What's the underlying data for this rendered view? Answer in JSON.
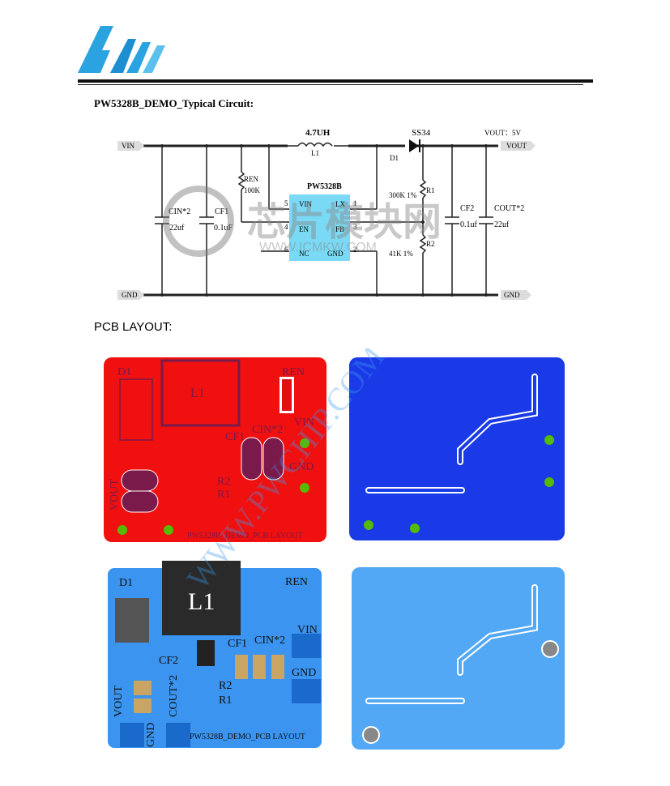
{
  "header": {
    "logo": "PW logo"
  },
  "schematic": {
    "title": "PW5328B_DEMO_Typical Circuit:",
    "nets": {
      "vin_in": "VIN",
      "vout_out": "VOUT",
      "gnd_left": "GND",
      "gnd_right": "GND"
    },
    "vout_note": "VOUT：5V",
    "inductor": {
      "value": "4.7UH",
      "ref": "L1"
    },
    "diode": {
      "value": "SS34",
      "ref": "D1"
    },
    "ren": {
      "ref": "REN",
      "value": "100K"
    },
    "cin": {
      "ref": "CIN*2",
      "value": "22uf"
    },
    "cf1": {
      "ref": "CF1",
      "value": "0.1uF"
    },
    "r1": {
      "ref": "R1",
      "value": "300K 1%"
    },
    "r2": {
      "ref": "R2",
      "value": "41K 1%"
    },
    "cf2": {
      "ref": "CF2",
      "value": "0.1uf"
    },
    "cout": {
      "ref": "COUT*2",
      "value": "22uf"
    },
    "ic": {
      "name": "PW5328B",
      "pins": [
        {
          "num": "5",
          "name": "VIN"
        },
        {
          "num": "4",
          "name": "EN"
        },
        {
          "num": "6",
          "name": "NC"
        },
        {
          "num": "1",
          "name": "LX"
        },
        {
          "num": "3",
          "name": "FB"
        },
        {
          "num": "2",
          "name": "GND"
        }
      ]
    }
  },
  "pcb": {
    "title": "PCB LAYOUT:",
    "labels": {
      "d1": "D1",
      "l1": "L1",
      "ren": "REN",
      "vin": "VIN",
      "gnd": "GND",
      "cin": "CIN*2",
      "cf1": "CF1",
      "cf2": "CF2",
      "cout": "COUT*2",
      "r1": "R1",
      "r2": "R2",
      "vout": "VOUT",
      "board": "PW5328B_DEMO_PCB LAYOUT"
    }
  },
  "watermarks": {
    "cn": "芯片模块网",
    "url": "WWW.ICMKW.COM",
    "diag": "WWW.PWCHIP.COM"
  }
}
